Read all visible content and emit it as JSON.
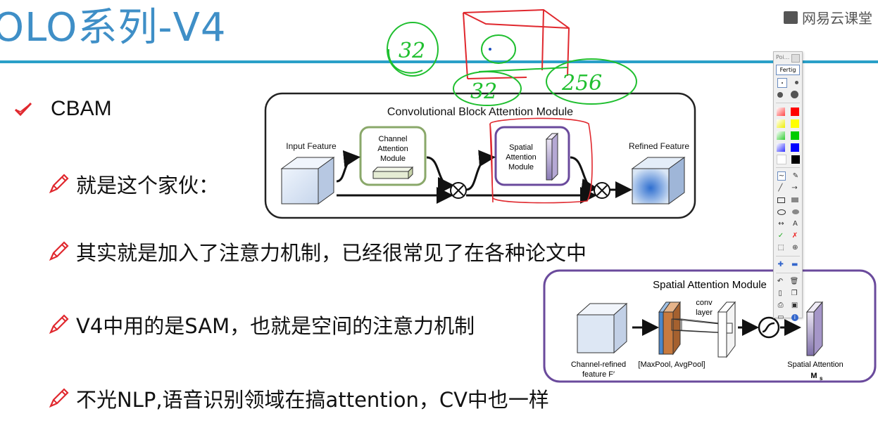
{
  "slide": {
    "title": "OLO系列-V4",
    "logo_text": "网易云课堂",
    "heading": "CBAM",
    "bullets": [
      "就是这个家伙：",
      "其实就是加入了注意力机制，已经很常见了在各种论文中",
      "V4中用的是SAM，也就是空间的注意力机制",
      "不光NLP,语音识别领域在搞attention，CV中也一样"
    ]
  },
  "cbam_figure": {
    "title": "Convolutional Block Attention Module",
    "input_label": "Input Feature",
    "channel_label": [
      "Channel",
      "Attention",
      "Module"
    ],
    "spatial_label": [
      "Spatial",
      "Attention",
      "Module"
    ],
    "refined_label": "Refined Feature"
  },
  "sam_figure": {
    "title": "Spatial Attention Module",
    "conv_label": [
      "conv",
      "layer"
    ],
    "input_caption": [
      "Channel-refined",
      "feature F′"
    ],
    "pool_caption": "[MaxPool, AvgPool]",
    "output_caption": [
      "Spatial Attention",
      "M"
    ],
    "output_subscript": "s"
  },
  "annotations": [
    "32",
    "32",
    "256"
  ],
  "toolbar": {
    "title": "Poi...",
    "done_label": "Fertig",
    "text_tool": "A"
  },
  "colors": {
    "title_blue": "#3f8fc7",
    "accent_red": "#e0282e",
    "pen_green": "#1fbf2f",
    "sam_border": "#6a4a9c"
  }
}
